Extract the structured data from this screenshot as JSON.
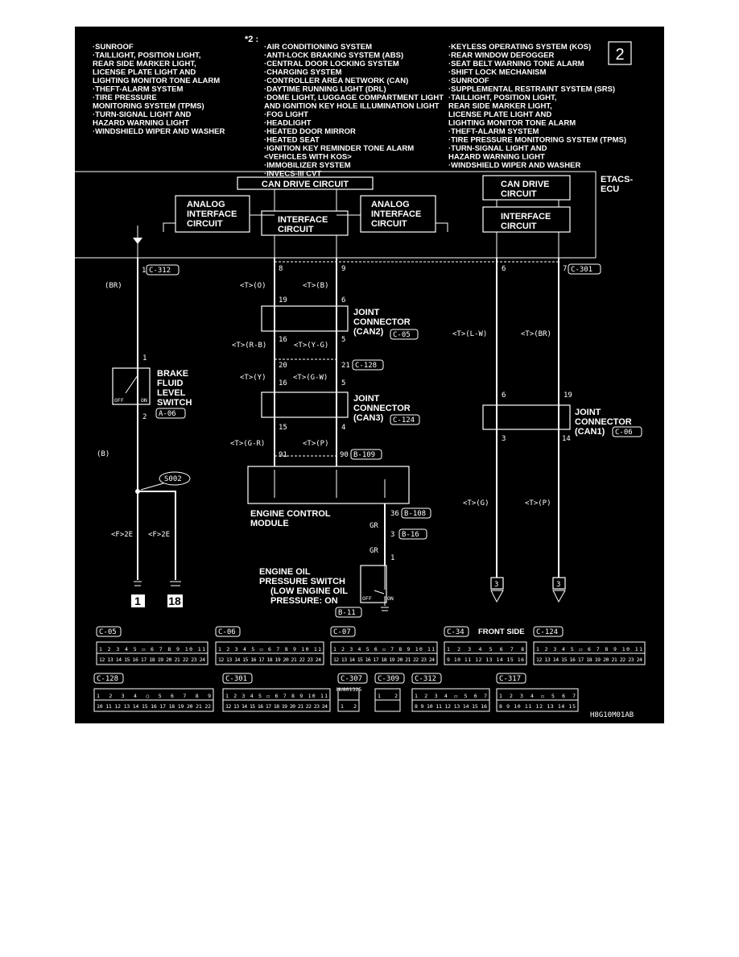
{
  "page_number": "2",
  "figure_code": "H8G10M01AB",
  "systems_left": [
    "·SUNROOF",
    "·TAILLIGHT, POSITION LIGHT,",
    " REAR SIDE MARKER LIGHT,",
    " LICENSE PLATE LIGHT AND",
    " LIGHTING MONITOR TONE ALARM",
    "·THEFT-ALARM SYSTEM",
    "·TIRE PRESSURE",
    " MONITORING SYSTEM (TPMS)",
    "·TURN-SIGNAL LIGHT AND",
    " HAZARD WARNING LIGHT",
    "·WINDSHIELD WIPER AND WASHER"
  ],
  "note_marker": "*2 :",
  "systems_middle": [
    "·AIR CONDITIONING SYSTEM",
    "·ANTI-LOCK BRAKING SYSTEM (ABS)",
    "·CENTRAL DOOR LOCKING SYSTEM",
    "·CHARGING SYSTEM",
    "·CONTROLLER AREA NETWORK (CAN)",
    "·DAYTIME RUNNING LIGHT (DRL)",
    "·DOME LIGHT, LUGGAGE COMPARTMENT LIGHT",
    " AND IGNITION KEY HOLE ILLUMINATION LIGHT",
    "·FOG LIGHT",
    "·HEADLIGHT",
    "·HEATED DOOR MIRROR",
    "·HEATED SEAT",
    "·IGNITION KEY REMINDER TONE ALARM",
    " <VEHICLES WITH KOS>",
    "·IMMOBILIZER SYSTEM",
    "·INVECS-III CVT"
  ],
  "systems_right": [
    "·KEYLESS OPERATING SYSTEM (KOS)",
    "·REAR WINDOW DEFOGGER",
    "·SEAT BELT WARNING TONE ALARM",
    "·SHIFT LOCK MECHANISM",
    "·SUNROOF",
    "·SUPPLEMENTAL RESTRAINT SYSTEM (SRS)",
    "·TAILLIGHT, POSITION LIGHT,",
    " REAR SIDE MARKER LIGHT,",
    " LICENSE PLATE LIGHT AND",
    " LIGHTING MONITOR TONE ALARM",
    "·THEFT-ALARM SYSTEM",
    "·TIRE PRESSURE MONITORING SYSTEM (TPMS)",
    "·TURN-SIGNAL LIGHT AND",
    " HAZARD WARNING LIGHT",
    "·WINDSHIELD WIPER AND WASHER"
  ],
  "etacs": {
    "label1": "ETACS-",
    "label2": "ECU",
    "can_drive": "CAN DRIVE CIRCUIT",
    "analog": [
      "ANALOG",
      "INTERFACE",
      "CIRCUIT"
    ],
    "interface": [
      "INTERFACE",
      "CIRCUIT"
    ],
    "can_drive_right": [
      "CAN DRIVE",
      "CIRCUIT"
    ]
  },
  "left": {
    "pin_top": "1",
    "conn_top": "C-312",
    "wire": "(BR)",
    "pin_sw1": "1",
    "switch": [
      "BRAKE",
      "FLUID",
      "LEVEL",
      "SWITCH"
    ],
    "off": "OFF",
    "on": "ON",
    "pin_sw2": "2",
    "conn_sw": "A-06",
    "wire2": "(B)",
    "splice": "S002",
    "ground_a": "<F>2E",
    "ground_b": "<F>2E",
    "ref1": "1",
    "ref2": "18"
  },
  "center": {
    "p8": "8",
    "p9": "9",
    "w1": "<T>(O)",
    "w2": "<T>(B)",
    "p19": "19",
    "p6": "6",
    "jc2": [
      "JOINT",
      "CONNECTOR",
      "(CAN2)"
    ],
    "jc2_conn": "C-05",
    "p16a": "16",
    "p5a": "5",
    "w3": "<T>(R-B)",
    "w4": "<T>(Y-G)",
    "p20": "20",
    "p21": "21",
    "conn128": "C-128",
    "w5": "<T>(Y)",
    "w6": "<T>(G-W)",
    "p16b": "16",
    "p5b": "5",
    "jc3": [
      "JOINT",
      "CONNECTOR",
      "(CAN3)"
    ],
    "jc3_conn": "C-124",
    "p15": "15",
    "p4": "4",
    "w7": "<T>(G-R)",
    "w8": "<T>(P)",
    "p91": "91",
    "p90": "90",
    "conn109": "B-109",
    "ecm": [
      "ENGINE CONTROL",
      "MODULE"
    ],
    "p36": "36",
    "conn108": "B-108",
    "gr1": "GR",
    "p3": "3",
    "conn16": "B-16",
    "gr2": "GR",
    "p1": "1",
    "eops": [
      "ENGINE OIL",
      "PRESSURE SWITCH",
      "(LOW ENGINE OIL",
      "PRESSURE: ON"
    ],
    "off": "OFF",
    "on": "ON",
    "conn11": "B-11"
  },
  "right": {
    "p6": "6",
    "p7": "7",
    "conn301": "C-301",
    "w1": "<T>(L-W)",
    "w2": "<T>(BR)",
    "p6b": "6",
    "p19": "19",
    "jc1": [
      "JOINT",
      "CONNECTOR",
      "(CAN1)"
    ],
    "jc1_conn": "C-06",
    "p3": "3",
    "p14": "14",
    "w3": "<T>(G)",
    "w4": "<T>(P)",
    "ref1": "3",
    "ref2": "3"
  },
  "connectors": [
    {
      "id": "C-05",
      "top": "1 2 3 4 5 ▭ 6 7 8 9 10 11",
      "bottom": "12 13 14 15 16 17 18 19 20 21 22 23 24"
    },
    {
      "id": "C-06",
      "top": "1 2 3 4 5 ▭ 6 7 8 9 10 11",
      "bottom": "12 13 14 15 16 17 18 19 20 21 22 23 24"
    },
    {
      "id": "C-07",
      "top": "1 2 3 4 5 6 ▭ 7 8 9 10 11",
      "bottom": "12 13 14 15 16 17 18 19 20 21 22 23 24"
    },
    {
      "id": "C-34",
      "note": "FRONT SIDE",
      "top": "1 2 3 4 5 6 7 8",
      "bottom": "9 10 11 12 13 14 15 16"
    },
    {
      "id": "C-124",
      "top": "1 2 3 4 5 ▭ 6 7 8 9 10 11",
      "bottom": "12 13 14 15 16 17 18 19 20 21 22 23 24"
    },
    {
      "id": "C-128",
      "top": "1 2 3 4 ○ 5 6 7 8 9",
      "bottom": "10 11 12 13 14 15 16 17 18 19 20 21 22"
    },
    {
      "id": "C-301",
      "top": "1 2 3 4 5 ▭ 6 7 8 9 10 11",
      "bottom": "12 13 14 15 16 17 18 19 20 21 22 23 24"
    },
    {
      "id": "C-307",
      "note": "MU801325",
      "top": "",
      "bottom": "1 2"
    },
    {
      "id": "C-309",
      "top": "1 2",
      "bottom": ""
    },
    {
      "id": "C-312",
      "top": "1 2 3 4 ▭ 5 6 7",
      "bottom": "8 9 10 11 12 13 14 15 16"
    },
    {
      "id": "C-317",
      "top": "1 2 3 4 ▭ 5 6 7",
      "bottom": "8 9 10 11  12  13 14 15"
    }
  ]
}
